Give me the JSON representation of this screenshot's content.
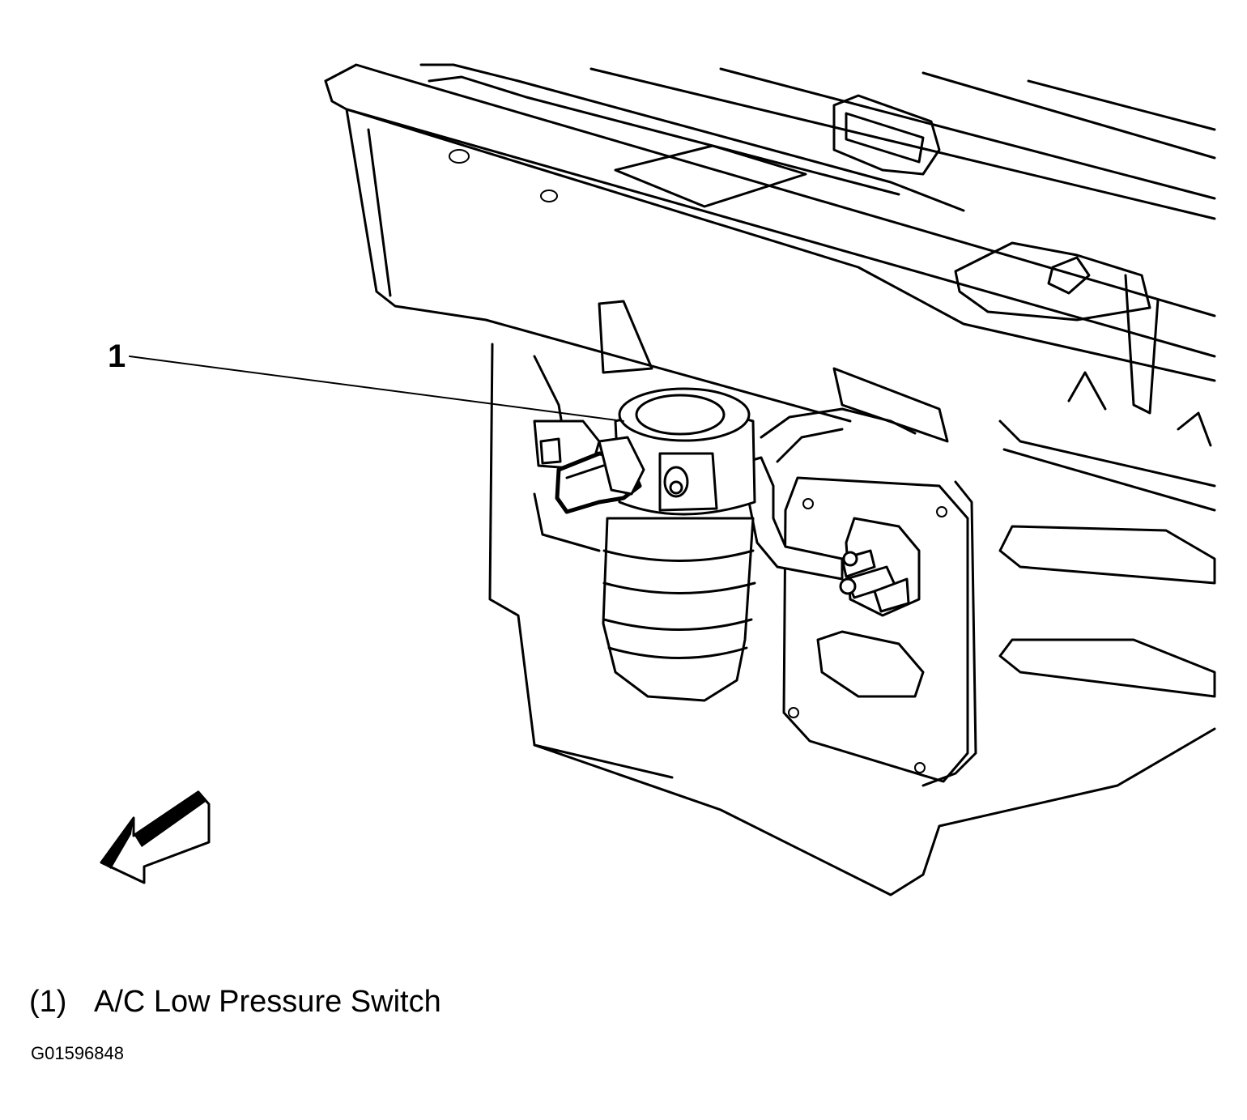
{
  "callout": {
    "number": "1"
  },
  "legend": {
    "number": "(1)",
    "text": "A/C Low Pressure Switch"
  },
  "figure_id": "G01596848",
  "direction_arrow": {
    "icon": "front-direction-arrow-icon"
  }
}
